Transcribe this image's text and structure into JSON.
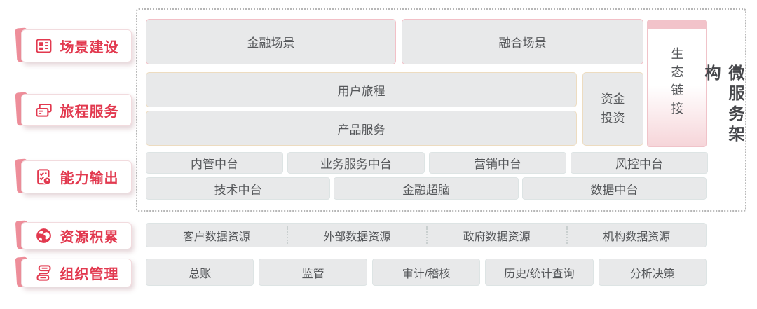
{
  "colors": {
    "accent_red": "#e2394f",
    "strip_pink": "#ee8e9a",
    "box_fill": "#e8e9ea",
    "border_pink": "#f2c0c7",
    "border_tan": "#eddcc0",
    "border_teal": "#dde4e4",
    "text_dark": "#55575a"
  },
  "sidebar": {
    "items": [
      {
        "label": "场景建设",
        "icon": "layout-grid-icon"
      },
      {
        "label": "旅程服务",
        "icon": "cards-icon"
      },
      {
        "label": "能力输出",
        "icon": "checklist-clock-icon"
      },
      {
        "label": "资源积累",
        "icon": "globe-icon"
      },
      {
        "label": "组织管理",
        "icon": "org-flow-icon"
      }
    ]
  },
  "architecture": {
    "vertical_title": "微服务架构",
    "scenes": [
      "金融场景",
      "融合场景"
    ],
    "eco_link": "生态链接",
    "journey": "用户旅程",
    "product": "产品服务",
    "investment": "资金投资",
    "platforms_row1": [
      "内管中台",
      "业务服务中台",
      "营销中台",
      "风控中台"
    ],
    "platforms_row2": [
      "技术中台",
      "金融超脑",
      "数据中台"
    ]
  },
  "data_resources": [
    "客户数据资源",
    "外部数据资源",
    "政府数据资源",
    "机构数据资源"
  ],
  "management": [
    "总账",
    "监管",
    "审计/稽核",
    "历史/统计查询",
    "分析决策"
  ]
}
